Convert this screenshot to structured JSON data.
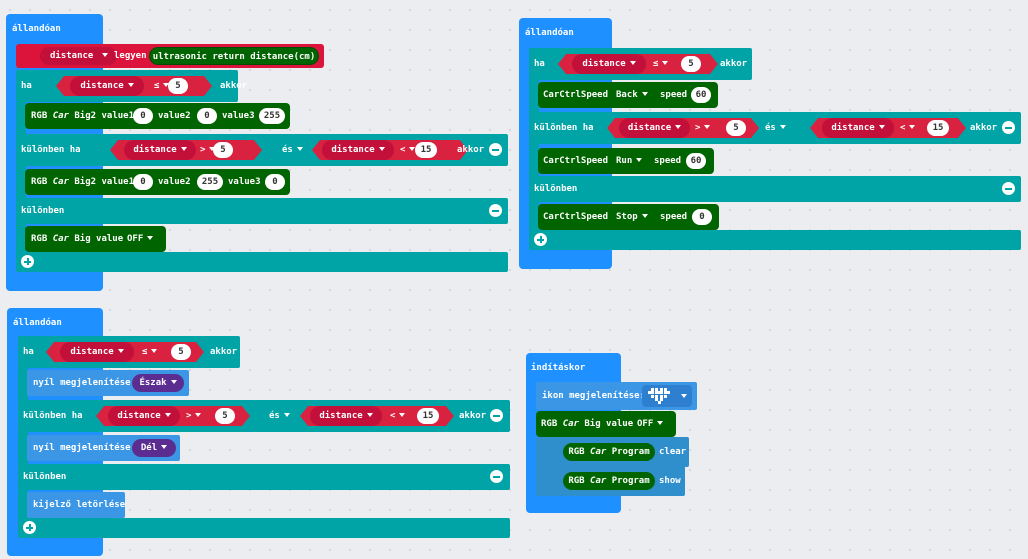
{
  "forever_label": "állandóan",
  "on_start_label": "indításkor",
  "kw": {
    "if": "ha",
    "then": "akkor",
    "else_if": "különben ha",
    "else": "különben",
    "and": "és",
    "set": "legyen",
    "lte": "≤",
    "gt": ">",
    "lt": "<"
  },
  "variable": "distance",
  "ultrasonic": "ultrasonic return distance(cm)",
  "rgb_big2": {
    "prefix": "RGB",
    "car": "Car",
    "name": "Big2",
    "v1": "value1",
    "v2": "value2",
    "v3": "value3"
  },
  "rgb_big": {
    "prefix": "RGB",
    "car": "Car",
    "name": "Big value",
    "off": "OFF"
  },
  "rgb_program": {
    "prefix": "RGB",
    "car": "Car",
    "name": "Program",
    "clear": "clear",
    "show": "show"
  },
  "carctrl": {
    "label": "CarCtrlSpeed",
    "speed": "speed",
    "back": "Back",
    "run": "Run",
    "stop": "Stop"
  },
  "arrow": {
    "label": "nyíl megjelenítése:",
    "north": "Észak",
    "south": "Dél"
  },
  "clear_screen": "kijelző letörlése",
  "icon_label": "ikon megjelenítése:",
  "values": {
    "n5": "5",
    "n15": "15",
    "n0": "0",
    "n255": "255",
    "n60": "60"
  },
  "colors": {
    "forever": "#1e90ff",
    "logic": "#00a4a6",
    "variable": "#dc143c",
    "rgb": "#006400",
    "led": "#3b97e6",
    "enum": "#5c2d91"
  }
}
